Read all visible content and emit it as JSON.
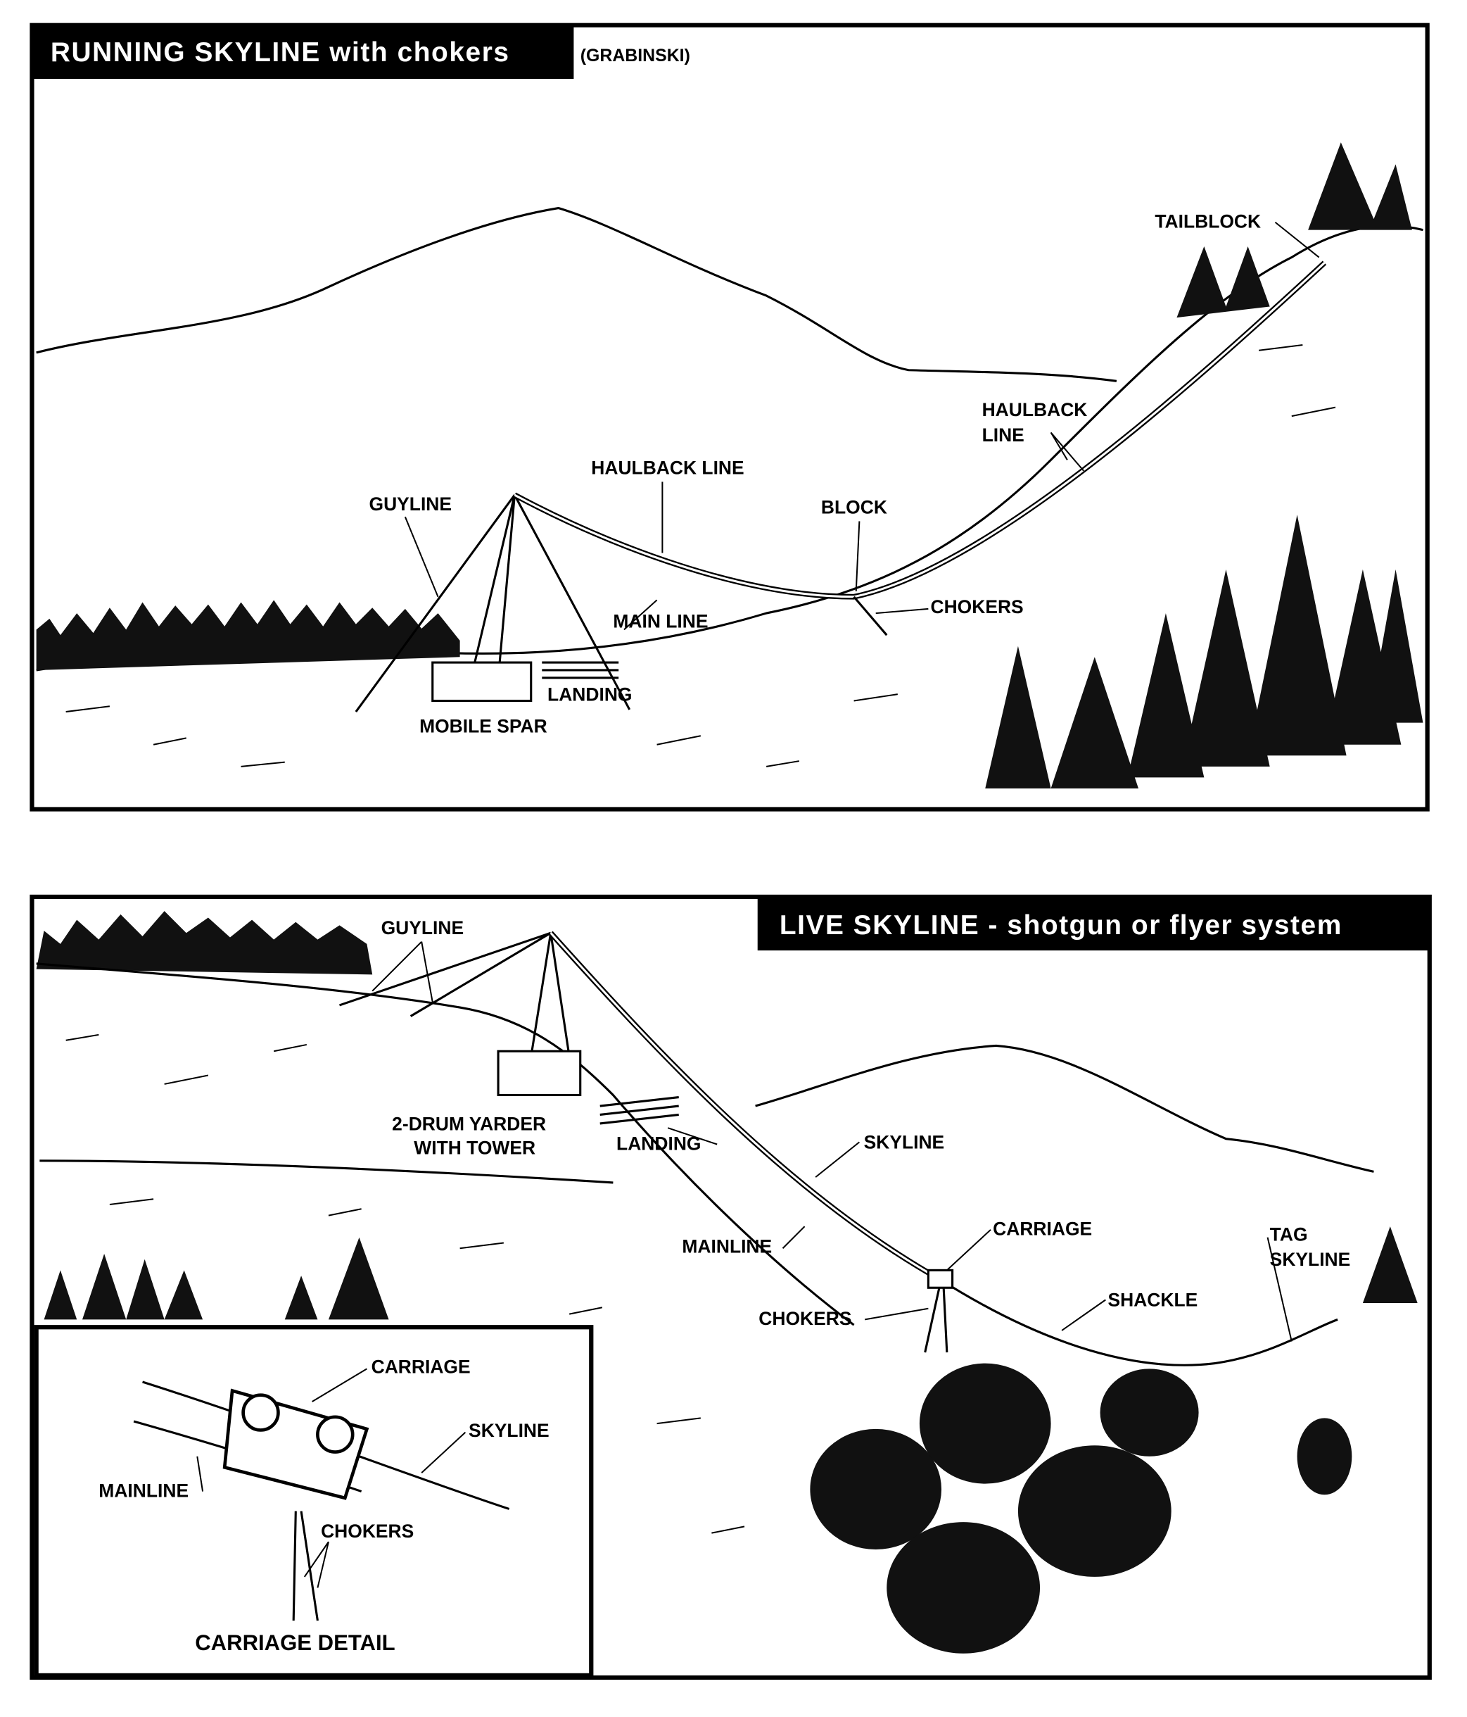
{
  "top_panel": {
    "title": "RUNNING SKYLINE with chokers",
    "credit": "(GRABINSKI)",
    "labels": {
      "tailblock": "TAILBLOCK",
      "haulback_line_right_1": "HAULBACK",
      "haulback_line_right_2": "LINE",
      "haulback_line": "HAULBACK LINE",
      "guyline": "GUYLINE",
      "block": "BLOCK",
      "chokers": "CHOKERS",
      "main_line": "MAIN LINE",
      "landing": "LANDING",
      "mobile_spar": "MOBILE SPAR"
    }
  },
  "bottom_panel": {
    "title": "LIVE SKYLINE - shotgun or flyer system",
    "labels": {
      "guyline": "GUYLINE",
      "yarder_1": "2-DRUM YARDER",
      "yarder_2": "WITH TOWER",
      "landing": "LANDING",
      "skyline": "SKYLINE",
      "carriage": "CARRIAGE",
      "mainline": "MAINLINE",
      "tag_skyline_1": "TAG",
      "tag_skyline_2": "SKYLINE",
      "shackle": "SHACKLE",
      "chokers": "CHOKERS"
    },
    "inset": {
      "title": "CARRIAGE DETAIL",
      "carriage": "CARRIAGE",
      "skyline": "SKYLINE",
      "mainline": "MAINLINE",
      "chokers": "CHOKERS"
    }
  }
}
